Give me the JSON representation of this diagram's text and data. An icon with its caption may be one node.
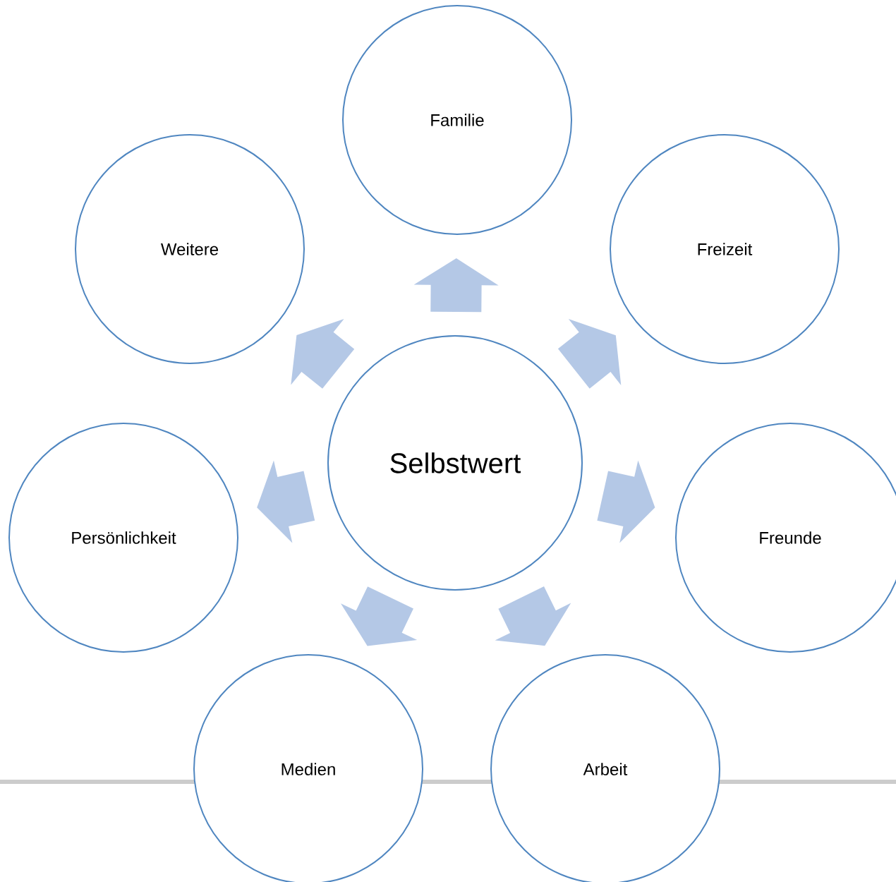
{
  "diagram": {
    "nodes": [
      {
        "text": [
          "Familie"
        ]
      },
      {
        "text": [
          "Weitere"
        ]
      },
      {
        "text": [
          "Freizeit"
        ]
      },
      {
        "text": [
          "Selbstwert"
        ]
      },
      {
        "text": [
          "Persönlichkeit"
        ]
      },
      {
        "text": [
          "Freunde"
        ]
      },
      {
        "text": [
          "Medien"
        ]
      },
      {
        "text": [
          "Arbeit"
        ]
      }
    ],
    "edges": [
      {
        "from": 3,
        "to": 0,
        "arrow": "to"
      },
      {
        "from": 3,
        "to": 2,
        "arrow": "to"
      },
      {
        "from": 3,
        "to": 5,
        "arrow": "to"
      },
      {
        "from": 3,
        "to": 7,
        "arrow": "to"
      },
      {
        "from": 3,
        "to": 6,
        "arrow": "to"
      },
      {
        "from": 3,
        "to": 4,
        "arrow": "to"
      },
      {
        "from": 3,
        "to": 1,
        "arrow": "to"
      }
    ]
  }
}
